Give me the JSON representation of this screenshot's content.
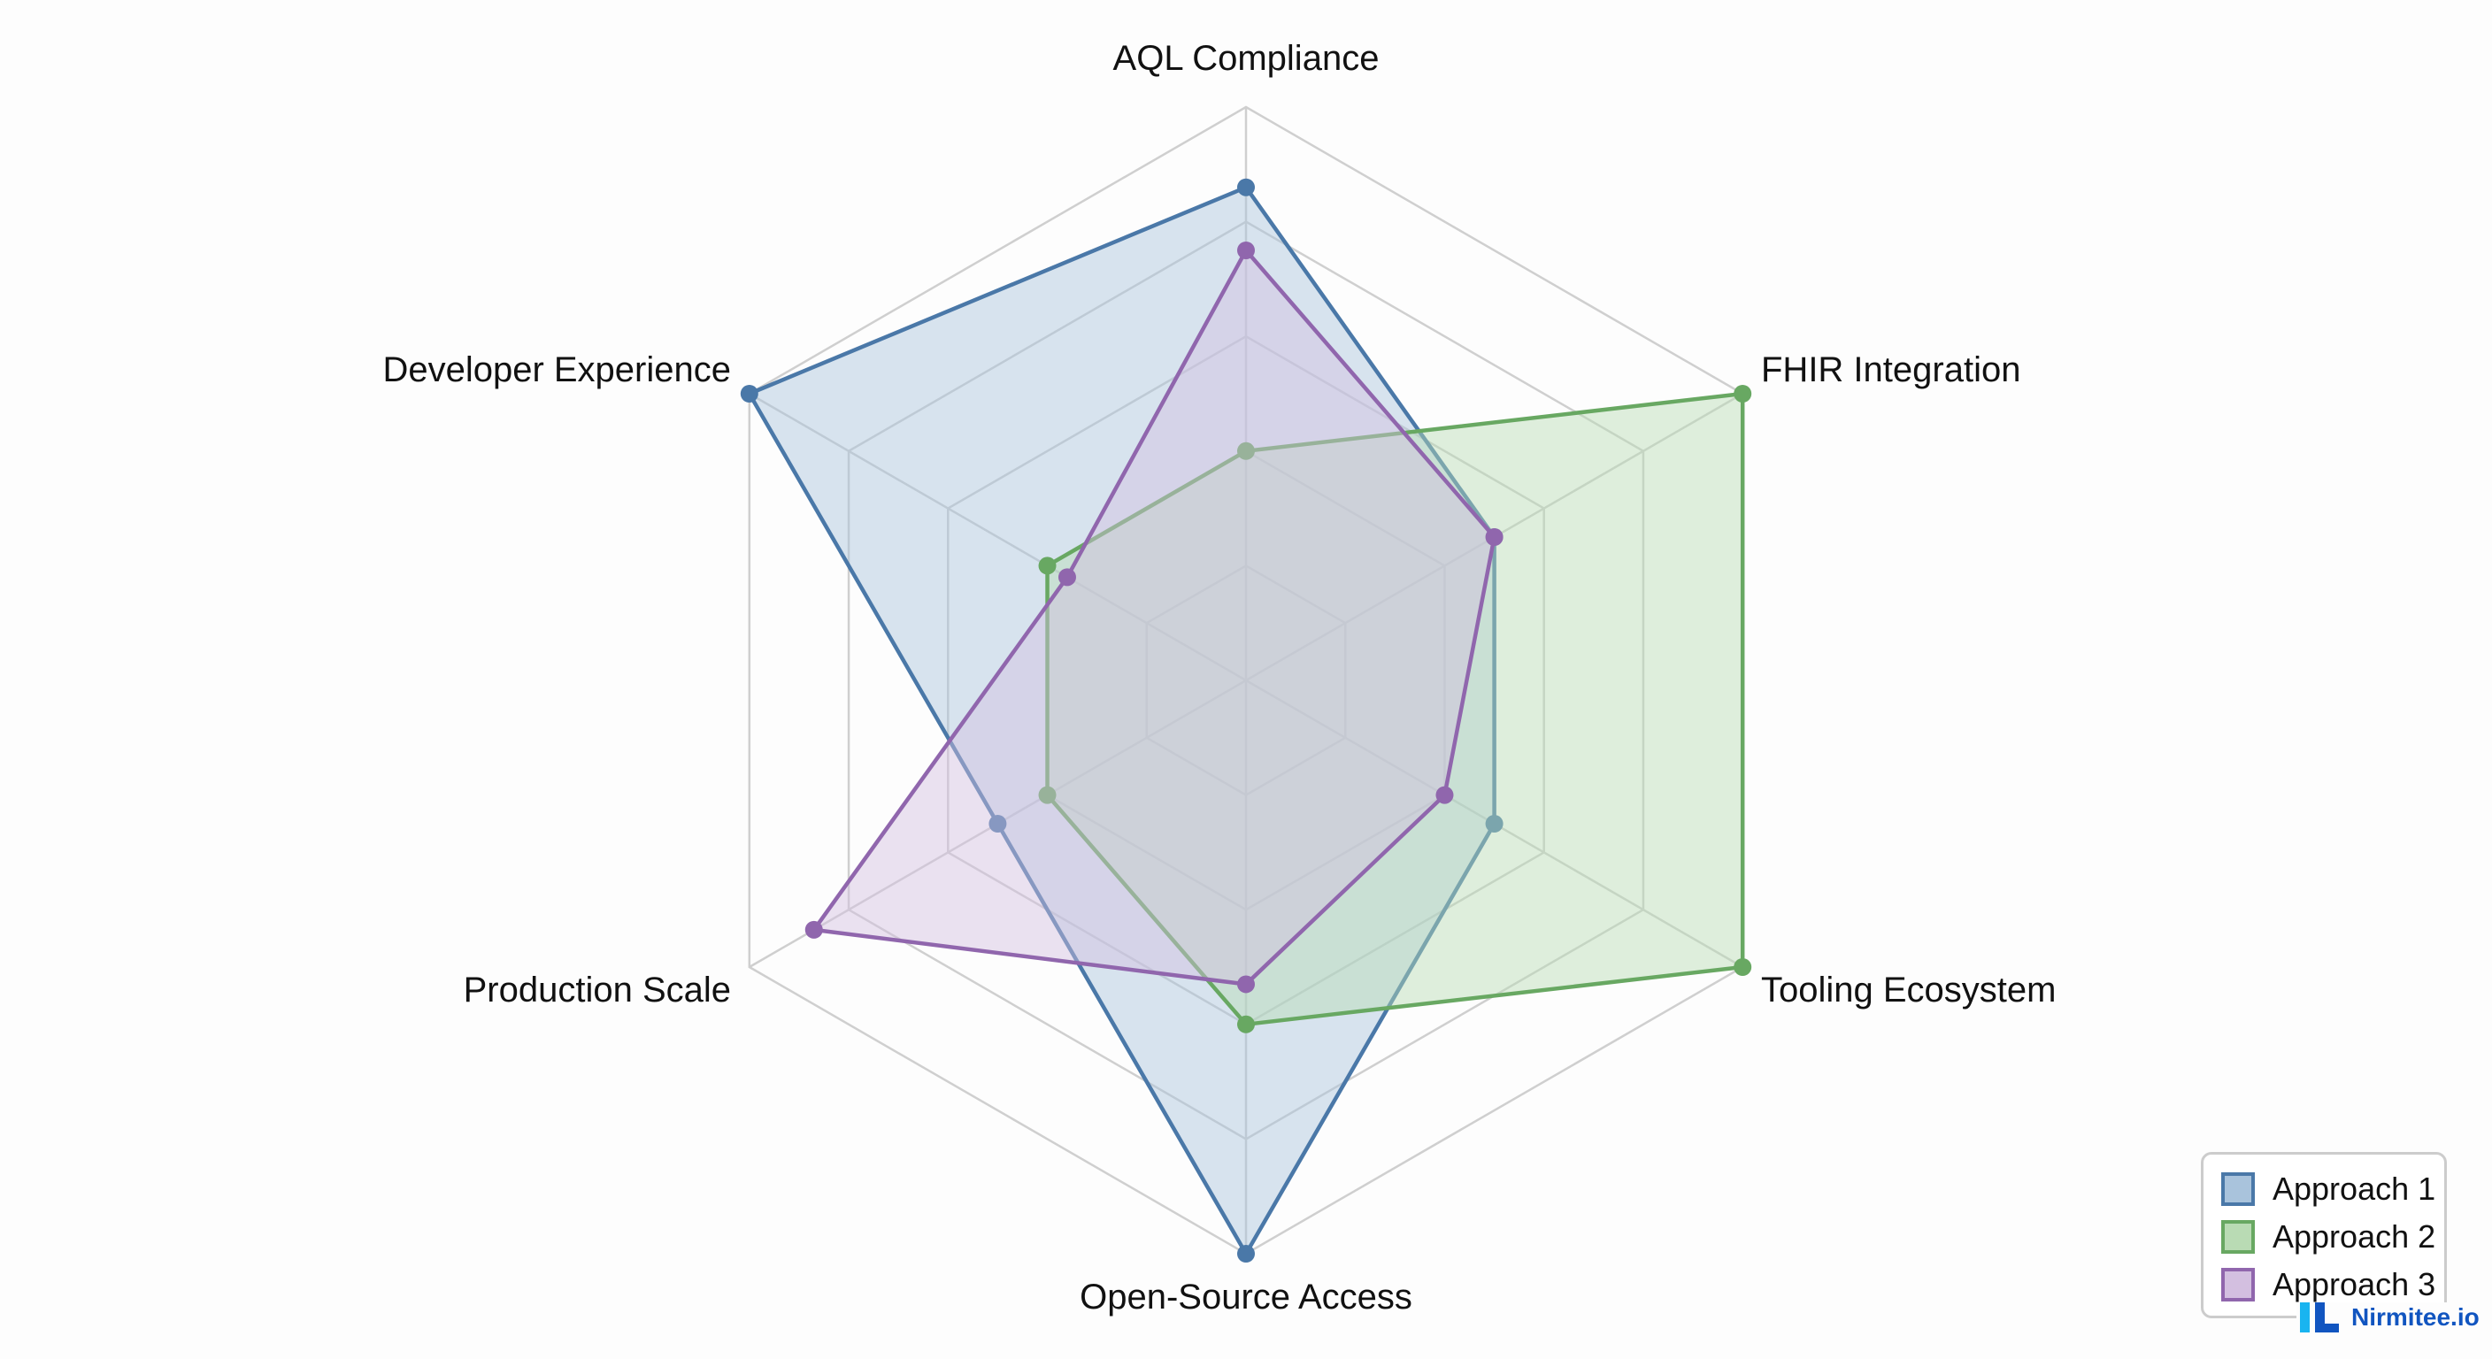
{
  "chart_data": {
    "type": "radar",
    "axes": [
      "AQL Compliance",
      "FHIR Integration",
      "Tooling Ecosystem",
      "Open-Source Access",
      "Production Scale",
      "Developer Experience"
    ],
    "range": [
      0,
      10
    ],
    "grid_levels": 5,
    "grid": true,
    "legend_position": "bottom-right",
    "series": [
      {
        "name": "Approach 1",
        "color": "#4a78a8",
        "fill": "#a9c3dc",
        "values": [
          8.6,
          5,
          5,
          10,
          5,
          10
        ]
      },
      {
        "name": "Approach 2",
        "color": "#68a862",
        "fill": "#b9dbb4",
        "values": [
          4,
          10,
          10,
          6,
          4,
          4
        ]
      },
      {
        "name": "Approach 3",
        "color": "#9066ad",
        "fill": "#d3bfe0",
        "values": [
          7.5,
          5,
          4,
          5.3,
          8.7,
          3.6
        ]
      }
    ]
  },
  "branding": {
    "logo_text": "Nirmitee.io",
    "logo_color": "#1155c0"
  }
}
